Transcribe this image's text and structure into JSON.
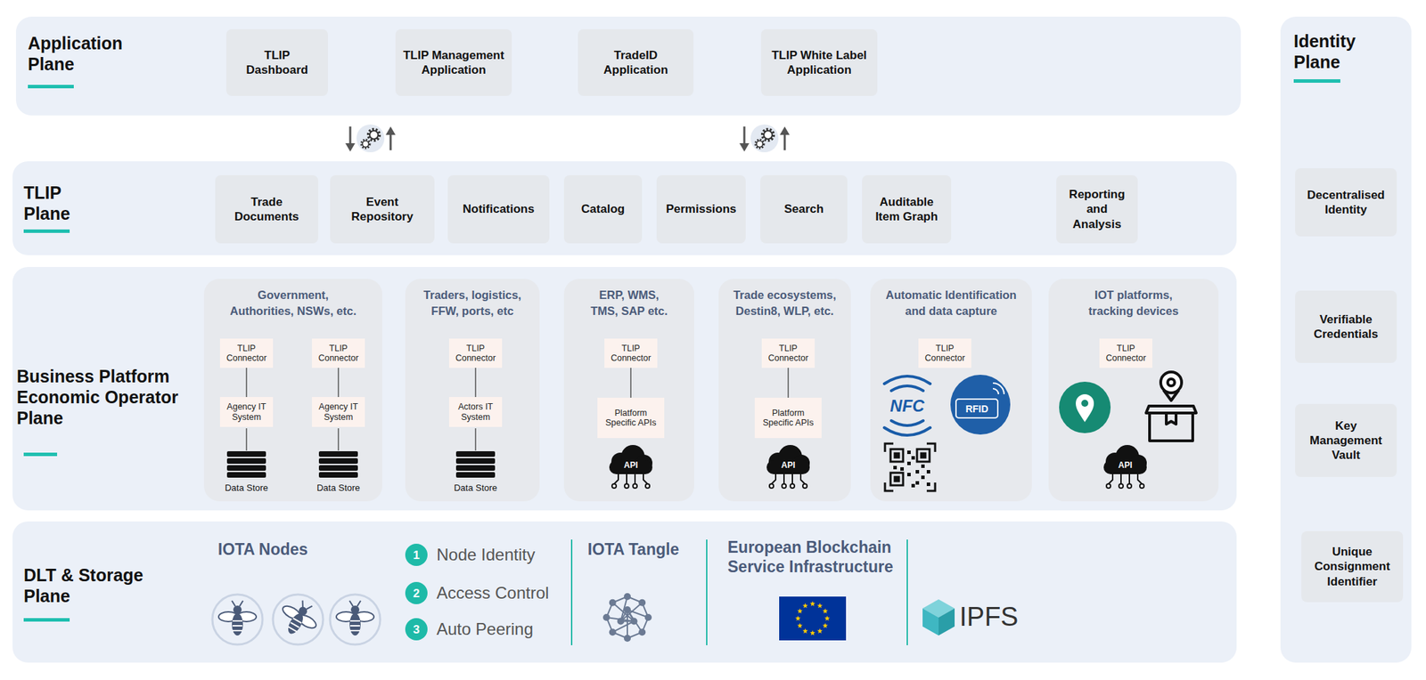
{
  "diagram": {
    "nodes": [
      {
        "text": [
          "Application Plane"
        ]
      },
      {
        "text": [
          "TLIP Dashboard"
        ],
        "in": 0
      },
      {
        "text": [
          "TLIP Management Application"
        ],
        "in": 0
      },
      {
        "text": [
          "TradeID Application"
        ],
        "in": 0
      },
      {
        "text": [
          "TLIP White Label Application"
        ],
        "in": 0
      },
      {
        "text": [
          "TLIP Plane"
        ]
      },
      {
        "text": [
          "Trade Documents"
        ],
        "in": 5
      },
      {
        "text": [
          "Event Repository"
        ],
        "in": 5
      },
      {
        "text": [
          "Notifications"
        ],
        "in": 5
      },
      {
        "text": [
          "Catalog"
        ],
        "in": 5
      },
      {
        "text": [
          "Permissions"
        ],
        "in": 5
      },
      {
        "text": [
          "Search"
        ],
        "in": 5
      },
      {
        "text": [
          "Auditable Item Graph"
        ],
        "in": 5
      },
      {
        "text": [
          "Reporting and Analysis"
        ],
        "in": 5
      },
      {
        "text": [
          "Business Platform Economic Operator Plane"
        ]
      },
      {
        "text": [
          "Government, Authorities, NSWs, etc."
        ],
        "in": 14
      },
      {
        "text": [
          "TLIP Connector"
        ],
        "in": 15
      },
      {
        "text": [
          "TLIP Connector"
        ],
        "in": 15
      },
      {
        "text": [
          "Agency IT System"
        ],
        "in": 15
      },
      {
        "text": [
          "Agency IT System"
        ],
        "in": 15
      },
      {
        "text": [
          "Traders, logistics, FFW, ports, etc"
        ],
        "in": 14
      },
      {
        "text": [
          "TLIP Connector"
        ],
        "in": 20
      },
      {
        "text": [
          "Actors IT System"
        ],
        "in": 20
      },
      {
        "text": [
          "ERP, WMS, TMS, SAP etc."
        ],
        "in": 14
      },
      {
        "text": [
          "TLIP Connector"
        ],
        "in": 23
      },
      {
        "text": [
          "Platform Specific APIs"
        ],
        "in": 23
      },
      {
        "text": [
          "Trade ecosystems, Destin8, WLP, etc."
        ],
        "in": 14
      },
      {
        "text": [
          "TLIP Connector"
        ],
        "in": 26
      },
      {
        "text": [
          "Platform Specific APIs"
        ],
        "in": 26
      },
      {
        "text": [
          "Automatic Identification and data capture"
        ],
        "in": 14
      },
      {
        "text": [
          "TLIP Connector"
        ],
        "in": 29
      },
      {
        "text": [
          "IOT platforms, tracking devices"
        ],
        "in": 14
      },
      {
        "text": [
          "TLIP Connector"
        ],
        "in": 31
      },
      {
        "text": [
          "DLT & Storage Plane"
        ]
      },
      {
        "text": [
          "Identity Plane"
        ]
      },
      {
        "text": [
          "Decentralised Identity"
        ],
        "in": 34
      },
      {
        "text": [
          "Verifiable Credentials"
        ],
        "in": 34
      },
      {
        "text": [
          "Key Management Vault"
        ],
        "in": 34
      },
      {
        "text": [
          "Unique Consignment Identifier"
        ],
        "in": 34
      }
    ],
    "edges": [
      {
        "from": 16,
        "to": 18,
        "arrow": "none"
      },
      {
        "from": 17,
        "to": 19,
        "arrow": "none"
      },
      {
        "from": 21,
        "to": 22,
        "arrow": "none"
      },
      {
        "from": 24,
        "to": 25,
        "arrow": "none"
      },
      {
        "from": 27,
        "to": 28,
        "arrow": "none"
      }
    ],
    "labels": [
      "Data Store",
      "Data Store",
      "Data Store",
      "API",
      "API",
      "NFC",
      "RFID",
      "API",
      "IOTA Nodes",
      "1",
      "Node Identity",
      "2",
      "Access Control",
      "3",
      "Auto Peering",
      "IOTA Tangle",
      "European Blockchain Service Infrastructure",
      "IPFS"
    ]
  }
}
